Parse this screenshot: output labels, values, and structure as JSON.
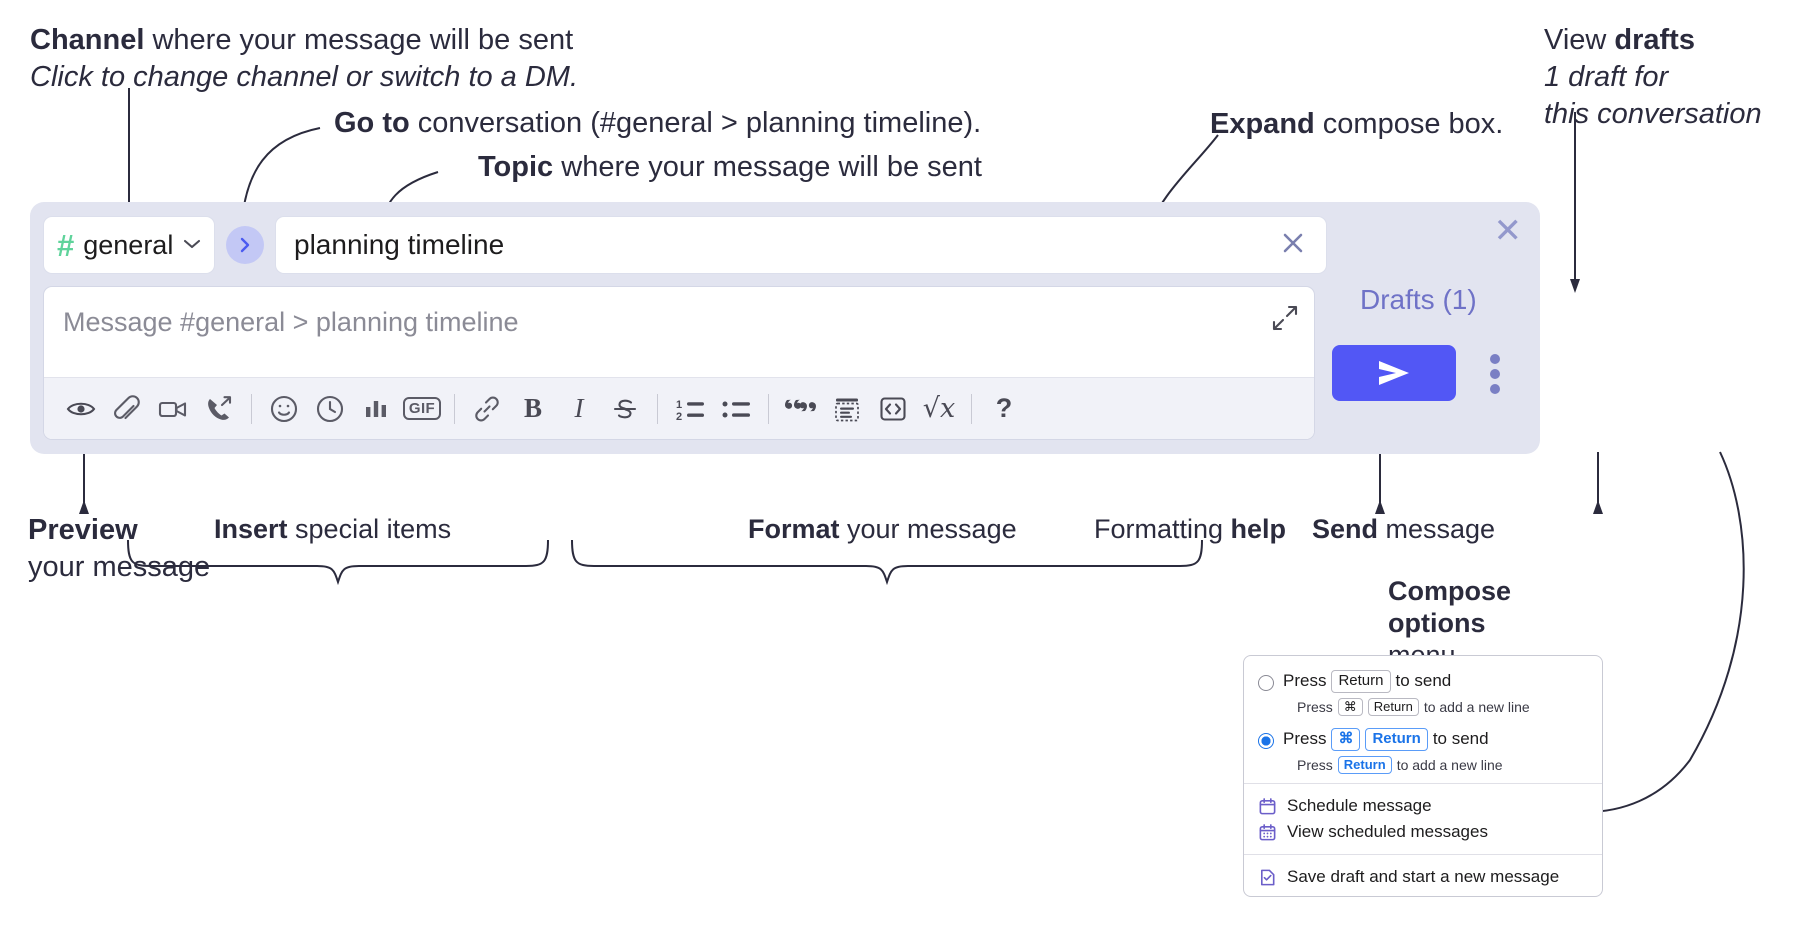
{
  "annotations": {
    "channel": {
      "bold": "Channel",
      "rest": " where your message will be sent",
      "sub": "Click to change channel or switch to a DM."
    },
    "goto": {
      "bold": "Go to",
      "rest": " conversation (#general > planning timeline)."
    },
    "topic": {
      "bold": "Topic",
      "rest": " where your message will be sent"
    },
    "expand": {
      "bold": "Expand",
      "rest": " compose box."
    },
    "drafts": {
      "bold_lead": "View ",
      "bold": "drafts",
      "sub1": "1 draft for",
      "sub2": "this conversation"
    },
    "preview": {
      "bold": "Preview",
      "rest": "your message"
    },
    "insert": {
      "bold": "Insert",
      "rest": " special items"
    },
    "format": {
      "bold": "Format",
      "rest": " your message"
    },
    "help": {
      "lead": "Formatting ",
      "bold": "help"
    },
    "send": {
      "bold": "Send",
      "rest": " message"
    },
    "compose_options": {
      "bold1": "Compose",
      "bold2": "options",
      "rest": "menu"
    }
  },
  "compose": {
    "channel_name": "general",
    "hash_symbol": "#",
    "chevron": "⌄",
    "go_arrow": "›",
    "topic_value": "planning timeline",
    "topic_clear": "✕",
    "placeholder": "Message #general > planning timeline",
    "drafts_label": "Drafts (1)",
    "panel_close": "✕",
    "gif_label": "GIF",
    "help_label": "?",
    "sqrt_label": "√x",
    "accent_send": "#5257f5",
    "panel_bg": "#e2e4f0",
    "hash_color": "#5fd39b",
    "drafts_color": "#6f72c7"
  },
  "toolbar_icons": [
    {
      "name": "preview-eye-icon",
      "label": "Preview"
    },
    {
      "name": "attachment-paperclip-icon",
      "label": "Attach file"
    },
    {
      "name": "video-camera-icon",
      "label": "Video clip"
    },
    {
      "name": "audio-call-icon",
      "label": "Audio clip"
    },
    {
      "name": "emoji-icon",
      "label": "Emoji"
    },
    {
      "name": "clock-icon",
      "label": "Reminder"
    },
    {
      "name": "poll-bar-chart-icon",
      "label": "Poll"
    },
    {
      "name": "gif-icon",
      "label": "GIF"
    },
    {
      "name": "link-icon",
      "label": "Link"
    },
    {
      "name": "bold-icon",
      "label": "Bold"
    },
    {
      "name": "italic-icon",
      "label": "Italic"
    },
    {
      "name": "strikethrough-icon",
      "label": "Strikethrough"
    },
    {
      "name": "ordered-list-icon",
      "label": "Ordered list"
    },
    {
      "name": "bulleted-list-icon",
      "label": "Bulleted list"
    },
    {
      "name": "blockquote-icon",
      "label": "Blockquote"
    },
    {
      "name": "code-block-icon",
      "label": "Code block"
    },
    {
      "name": "inline-code-icon",
      "label": "Code"
    },
    {
      "name": "math-icon",
      "label": "Math"
    },
    {
      "name": "formatting-help-icon",
      "label": "Formatting help"
    }
  ],
  "menu": {
    "option1": {
      "press": "Press",
      "key": "Return",
      "to_send": "to send",
      "sub_press": "Press",
      "sub_key1": "⌘",
      "sub_key2": "Return",
      "sub_rest": "to add a new line",
      "selected": false
    },
    "option2": {
      "press": "Press",
      "key1": "⌘",
      "key2": "Return",
      "to_send": "to send",
      "sub_press": "Press",
      "sub_key": "Return",
      "sub_rest": "to add a new line",
      "selected": true
    },
    "items": [
      {
        "label": "Schedule message",
        "icon": "calendar-icon"
      },
      {
        "label": "View scheduled messages",
        "icon": "calendar-grid-icon"
      },
      {
        "label": "Save draft and start a new message",
        "icon": "draft-check-icon"
      }
    ]
  }
}
